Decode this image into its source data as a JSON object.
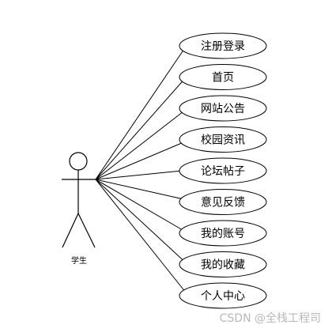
{
  "actor": {
    "label": "学生"
  },
  "use_cases": [
    {
      "label": "注册登录"
    },
    {
      "label": "首页"
    },
    {
      "label": "网站公告"
    },
    {
      "label": "校园资讯"
    },
    {
      "label": "论坛帖子"
    },
    {
      "label": "意见反馈"
    },
    {
      "label": "我的账号"
    },
    {
      "label": "我的收藏"
    },
    {
      "label": "个人中心"
    }
  ],
  "watermark": {
    "text": "CSDN @全栈工程司"
  }
}
